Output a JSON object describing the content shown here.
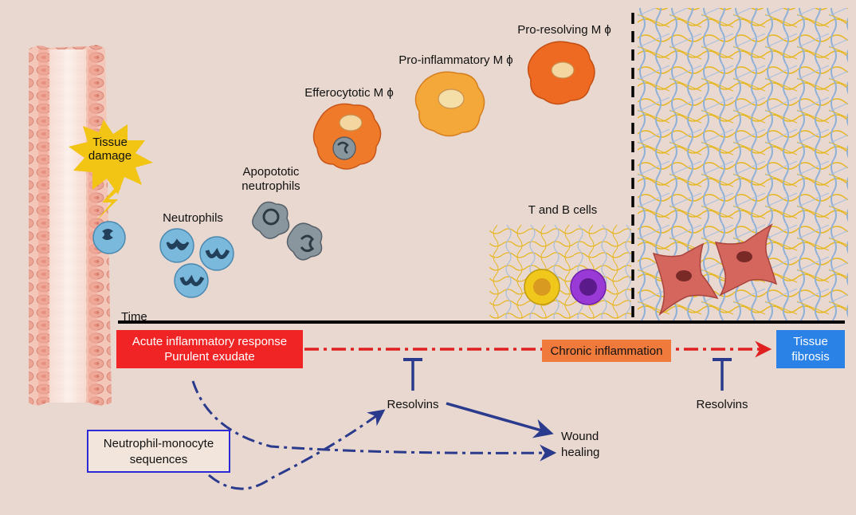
{
  "labels": {
    "tissue_damage": [
      "Tissue",
      "damage"
    ],
    "neutrophils": "Neutrophils",
    "apoptotic": [
      "Apopototic",
      "neutrophils"
    ],
    "efferocytotic": "Efferocytotic M ϕ",
    "pro_inflammatory": "Pro-inflammatory M ϕ",
    "pro_resolving": "Pro-resolving M ϕ",
    "t_b_cells": "T and B cells",
    "time": "Time",
    "resolvins_1": "Resolvins",
    "resolvins_2": "Resolvins",
    "wound_healing": [
      "Wound",
      "healing"
    ]
  },
  "boxes": {
    "acute": [
      "Acute inflammatory response",
      "Purulent exudate"
    ],
    "chronic": "Chronic inflammation",
    "fibrosis": [
      "Tissue",
      "fibrosis"
    ],
    "sequences": [
      "Neutrophil-monocyte",
      "sequences"
    ]
  },
  "colors": {
    "background": "#e9d8cf",
    "acute_box": "#f02424",
    "chronic_box": "#f07a3c",
    "fibrosis_box": "#2a82e6",
    "arrow_red": "#e02020",
    "arrow_navy": "#2a3a8c",
    "sequence_border": "#2a2ad6",
    "star_yellow": "#f2c413",
    "neutrophil": "#7ab8dc",
    "apoptotic": "#8a969e",
    "macrophage_orange": "#ee7a2a",
    "macrophage_light": "#f5a83a",
    "t_cell": "#f0c81c",
    "b_cell": "#9a3ad6",
    "fibroblast": "#d4665e"
  }
}
